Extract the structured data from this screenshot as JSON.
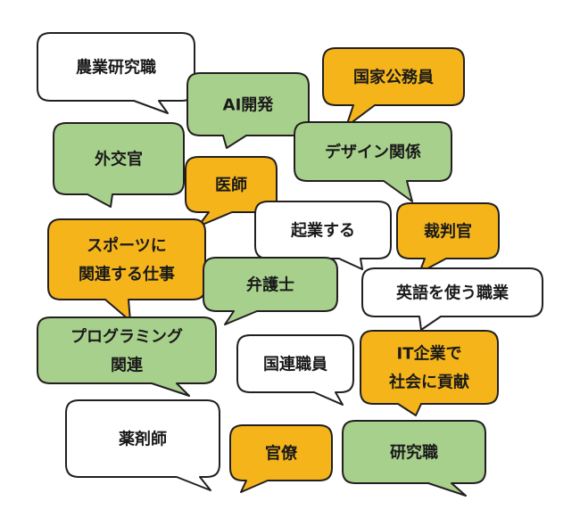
{
  "colors": {
    "white": "#ffffff",
    "green": "#a8d08d",
    "orange": "#f5b51a",
    "stroke": "#231f20"
  },
  "bubbles": [
    {
      "lines": [
        "農業研究職"
      ],
      "color": "white"
    },
    {
      "lines": [
        "国家公務員"
      ],
      "color": "orange"
    },
    {
      "lines": [
        "AI開発"
      ],
      "color": "green"
    },
    {
      "lines": [
        "外交官"
      ],
      "color": "green"
    },
    {
      "lines": [
        "デザイン関係"
      ],
      "color": "green"
    },
    {
      "lines": [
        "医師"
      ],
      "color": "orange"
    },
    {
      "lines": [
        "起業する"
      ],
      "color": "white"
    },
    {
      "lines": [
        "裁判官"
      ],
      "color": "orange"
    },
    {
      "lines": [
        "スポーツに",
        "関連する仕事"
      ],
      "color": "orange"
    },
    {
      "lines": [
        "弁護士"
      ],
      "color": "green"
    },
    {
      "lines": [
        "英語を使う職業"
      ],
      "color": "white"
    },
    {
      "lines": [
        "プログラミング",
        "関連"
      ],
      "color": "green"
    },
    {
      "lines": [
        "国連職員"
      ],
      "color": "white"
    },
    {
      "lines": [
        "IT企業で",
        "社会に貢献"
      ],
      "color": "orange"
    },
    {
      "lines": [
        "薬剤師"
      ],
      "color": "white"
    },
    {
      "lines": [
        "官僚"
      ],
      "color": "orange"
    },
    {
      "lines": [
        "研究職"
      ],
      "color": "green"
    }
  ]
}
